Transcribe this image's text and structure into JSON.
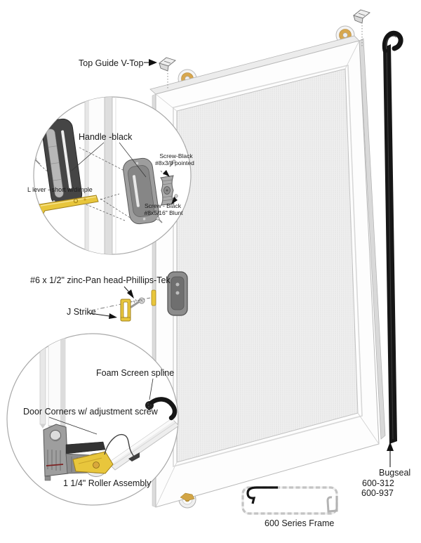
{
  "colors": {
    "accent_yellow": "#E8C63C",
    "part_dark_gray": "#454545",
    "part_mid_gray": "#9D9D9D",
    "bugseal_black": "#161616",
    "frame_white": "#FDFDFD",
    "mesh_light": "#F0F0F0",
    "line_black": "#1A1A1A"
  },
  "top_guide": {
    "label": "Top Guide  V-Top"
  },
  "handle_detail": {
    "handle_label": "Handle -black",
    "screw_pointed": {
      "line1": "Screw-Black",
      "line2": "#8x3/8 pointed"
    },
    "l_lever_label": "L lever - short w/dimple",
    "screw_blunt": {
      "line1": "Screw - Black",
      "line2": "#8x5/16\" Blunt"
    }
  },
  "fasteners": {
    "pan_head_label": "#6 x 1/2\" zinc-Pan head-Phillips-Tek",
    "j_strike_label": "J Strike"
  },
  "corner_detail": {
    "foam_spline_label": "Foam Screen spline",
    "door_corners_label": "Door Corners w/ adjustment screw",
    "roller_label": "1 1/4\" Roller Assembly"
  },
  "bugseal": {
    "label": "Bugseal",
    "part_numbers": [
      "600-312",
      "600-937"
    ]
  },
  "frame_profile": {
    "label": "600 Series Frame"
  }
}
